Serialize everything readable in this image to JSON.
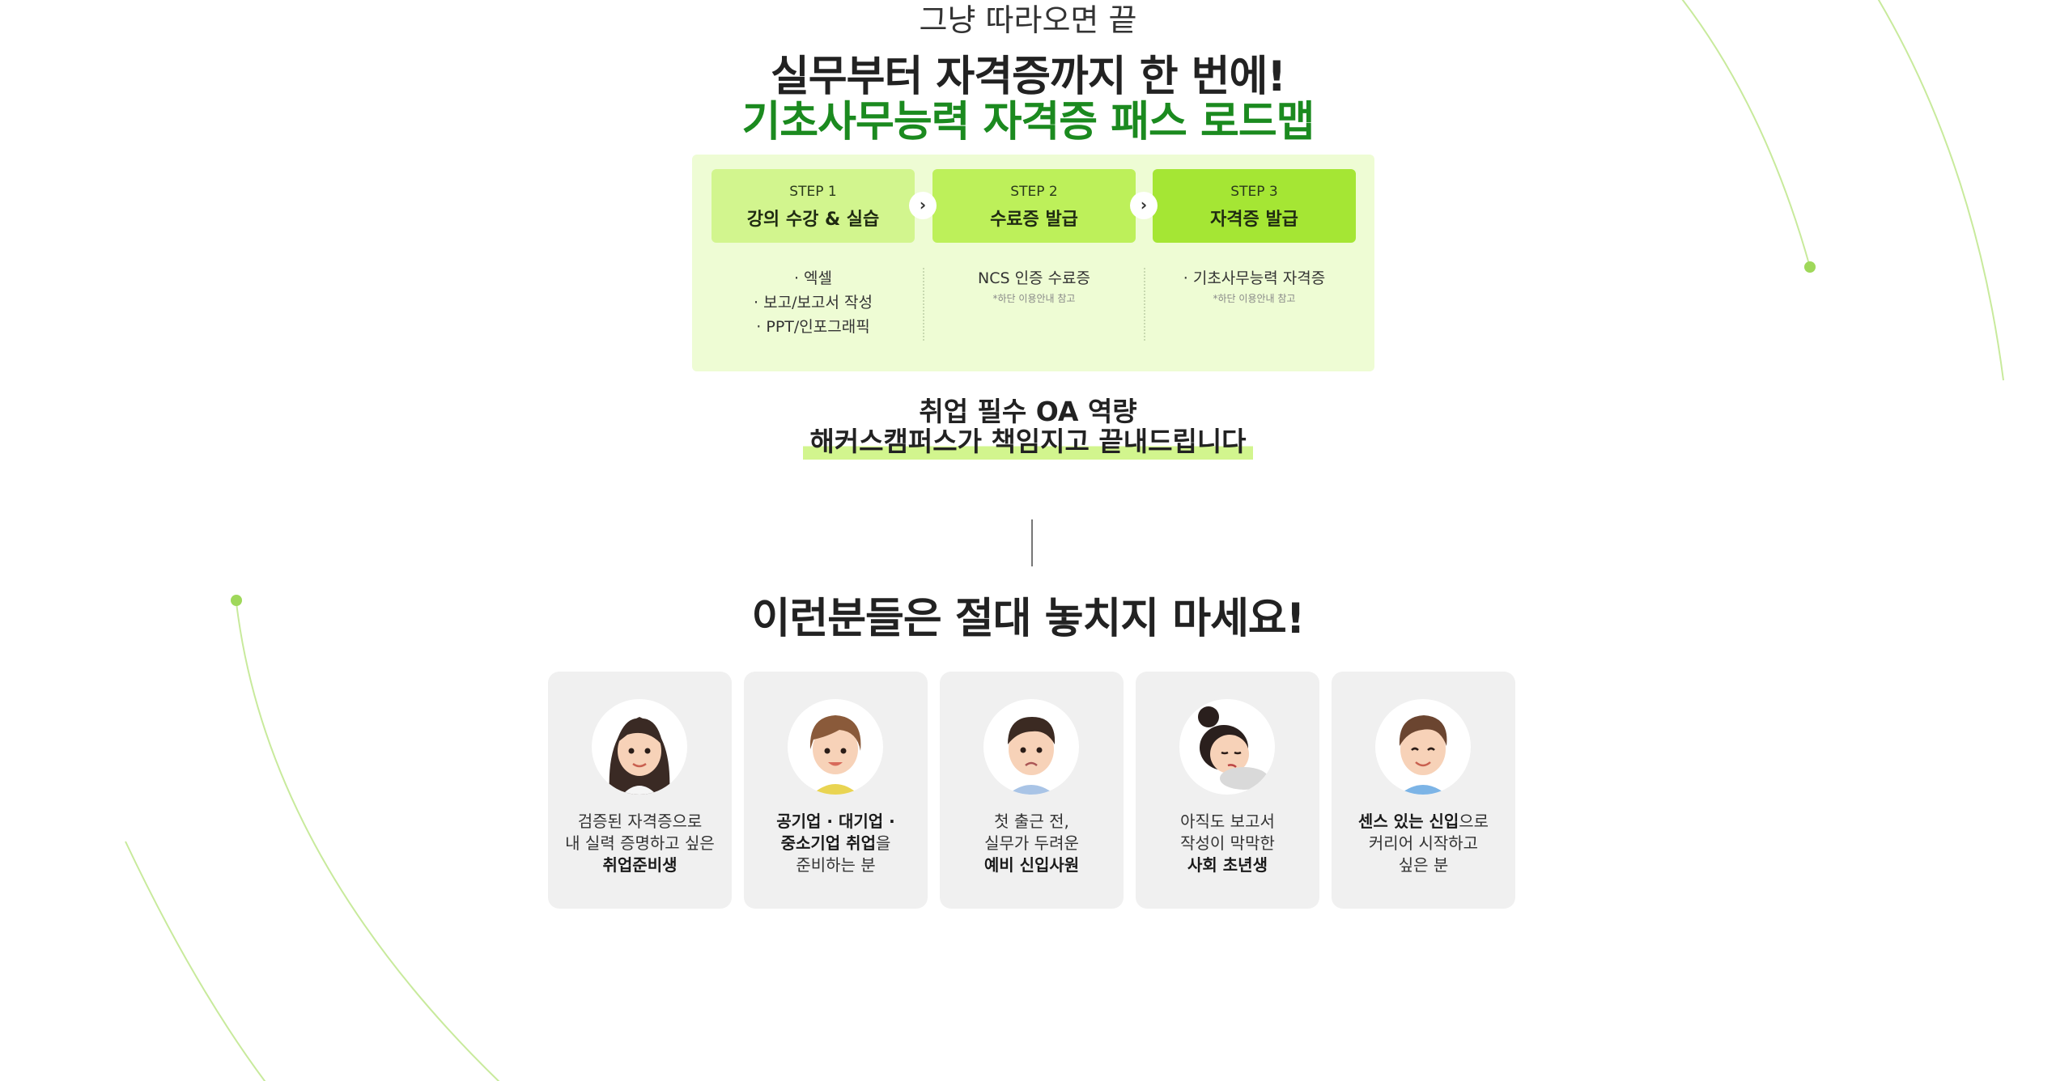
{
  "intro": "그냥 따라오면 끝",
  "headline": "실무부터 자격증까지 한 번에!",
  "headline_accent": "기초사무능력 자격증 패스 로드맵",
  "roadmap": {
    "steps": [
      {
        "label": "STEP 1",
        "name": "강의 수강 & 실습"
      },
      {
        "label": "STEP 2",
        "name": "수료증 발급"
      },
      {
        "label": "STEP 3",
        "name": "자격증 발급"
      }
    ],
    "details": [
      {
        "lines": [
          "· 엑셀",
          "· 보고/보고서 작성",
          "· PPT/인포그래픽"
        ]
      },
      {
        "main": "NCS 인증 수료증",
        "note": "*하단 이용안내 참고"
      },
      {
        "main": "· 기초사무능력 자격증",
        "note": "*하단 이용안내 참고"
      }
    ],
    "arrow_icon": "chevron-right-icon"
  },
  "oa_line1": "취업 필수 OA 역량",
  "oa_line2": "해커스캠퍼스가 책임지고 끝내드립니다",
  "section_title": "이런분들은 절대 놓치지 마세요!",
  "cards": [
    {
      "l1": "검증된 자격증으로",
      "l2": "내 실력 증명하고 싶은",
      "l3b": "취업준비생",
      "avatar": "female-long-hair-avatar"
    },
    {
      "l1b": "공기업 · 대기업 ·",
      "l2b": "중소기업 취업",
      "l2r": "을",
      "l3": "준비하는 분",
      "avatar": "female-short-hair-avatar"
    },
    {
      "l1": "첫 출근 전,",
      "l2": "실무가 두려운",
      "l3b": "예비 신입사원",
      "avatar": "male-worried-avatar"
    },
    {
      "l1": "아직도 보고서",
      "l2": "작성이 막막한",
      "l3b": "사회 초년생",
      "avatar": "female-tired-avatar"
    },
    {
      "l1b": "센스 있는 신입",
      "l1r": "으로",
      "l2": "커리어 시작하고",
      "l3": "싶은 분",
      "avatar": "male-smiling-avatar"
    }
  ],
  "colors": {
    "accent_green": "#1b8a1f",
    "lime_light": "#d2f58e",
    "lime": "#bdf05a",
    "lime_dark": "#a5e634",
    "panel_bg": "#eefcd4",
    "card_bg": "#f0f0f0"
  }
}
